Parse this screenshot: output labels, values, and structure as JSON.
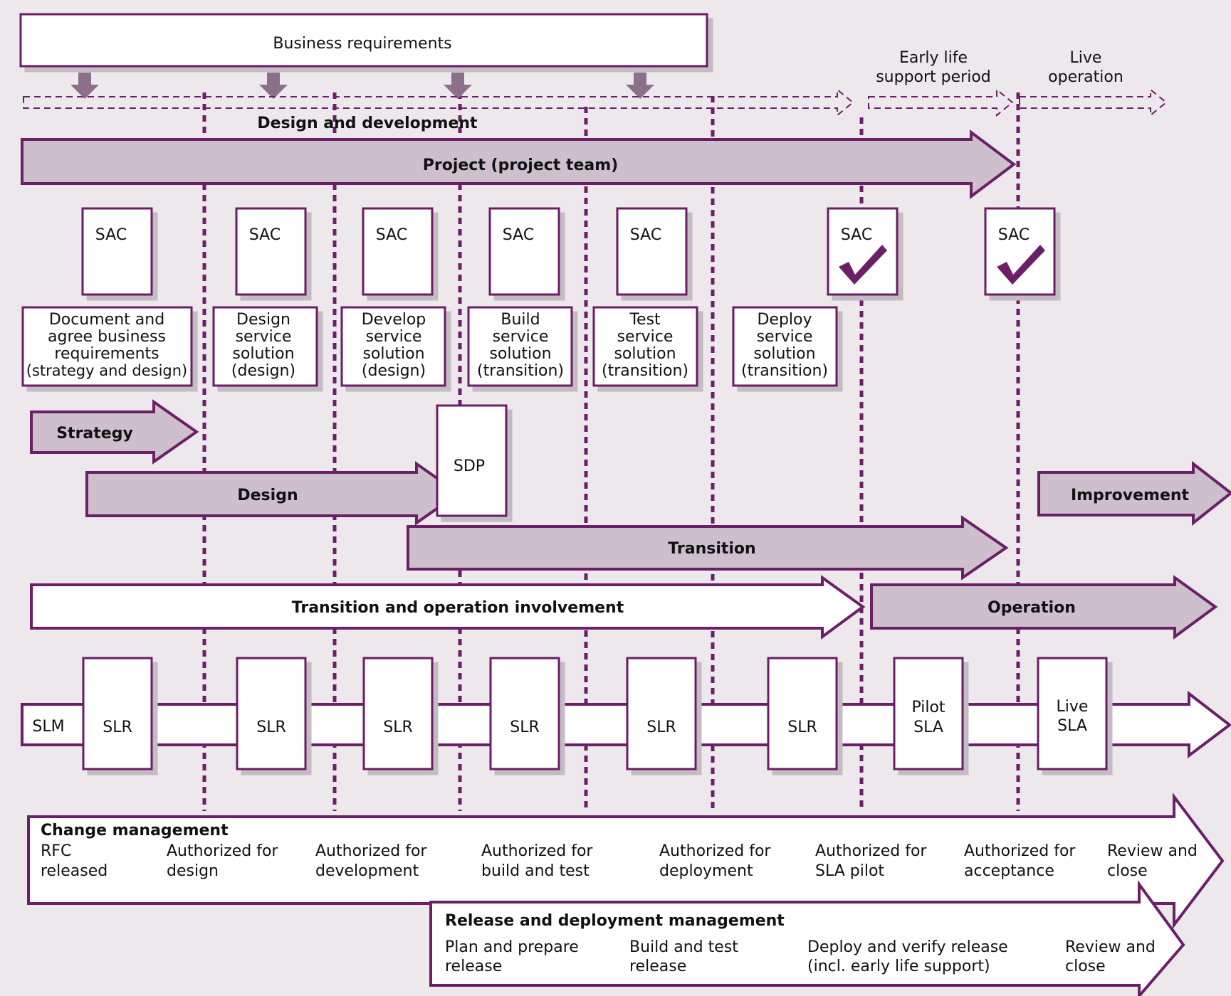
{
  "colors": {
    "purple": "#6b1f66",
    "lilac": "#cdbfcb",
    "white": "#ffffff",
    "background": "#ece8ec",
    "arrow_grey": "#8a7088"
  },
  "top": {
    "business_requirements": "Business requirements",
    "early_life_support": [
      "Early life",
      "support period"
    ],
    "live_operation": [
      "Live",
      "operation"
    ],
    "design_and_development": "Design and development"
  },
  "project_label": "Project (project team)",
  "sac_label": "SAC",
  "steps": [
    [
      "Document and",
      "agree business",
      "requirements",
      "(strategy and design)"
    ],
    [
      "Design",
      "service",
      "solution",
      "(design)"
    ],
    [
      "Develop",
      "service",
      "solution",
      "(design)"
    ],
    [
      "Build",
      "service",
      "solution",
      "(transition)"
    ],
    [
      "Test",
      "service",
      "solution",
      "(transition)"
    ],
    [
      "Deploy",
      "service",
      "solution",
      "(transition)"
    ]
  ],
  "lifecycle": {
    "strategy": "Strategy",
    "design": "Design",
    "sdp": "SDP",
    "improvement": "Improvement",
    "transition": "Transition",
    "transition_operation": "Transition and operation involvement",
    "operation": "Operation"
  },
  "slm": {
    "label": "SLM",
    "boxes": [
      [
        "SLR"
      ],
      [
        "SLR"
      ],
      [
        "SLR"
      ],
      [
        "SLR"
      ],
      [
        "SLR"
      ],
      [
        "SLR"
      ],
      [
        "Pilot",
        "SLA"
      ],
      [
        "Live",
        "SLA"
      ]
    ]
  },
  "change_management": {
    "title": "Change management",
    "items": [
      [
        "RFC",
        "released"
      ],
      [
        "Authorized for",
        "design"
      ],
      [
        "Authorized for",
        "development"
      ],
      [
        "Authorized for",
        "build and test"
      ],
      [
        "Authorized for",
        "deployment"
      ],
      [
        "Authorized for",
        "SLA pilot"
      ],
      [
        "Authorized for",
        "acceptance"
      ],
      [
        "Review and",
        "close"
      ]
    ]
  },
  "release_management": {
    "title": "Release and deployment management",
    "items": [
      [
        "Plan and prepare",
        "release"
      ],
      [
        "Build and test",
        "release"
      ],
      [
        "Deploy and verify release",
        "(incl. early life support)"
      ],
      [
        "Review and",
        "close"
      ]
    ]
  }
}
